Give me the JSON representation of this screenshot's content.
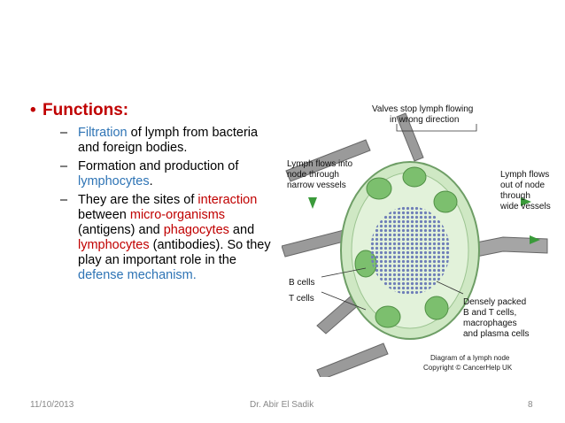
{
  "slide": {
    "title": "Functions:",
    "items": [
      {
        "parts": [
          {
            "t": "Filtration",
            "c": "blue"
          },
          {
            "t": " of lymph from bacteria and foreign bodies.",
            "c": ""
          }
        ]
      },
      {
        "parts": [
          {
            "t": "Formation and production of ",
            "c": ""
          },
          {
            "t": "lymphocytes",
            "c": "blue"
          },
          {
            "t": ".",
            "c": ""
          }
        ]
      },
      {
        "parts": [
          {
            "t": "They are the sites of ",
            "c": ""
          },
          {
            "t": "interaction",
            "c": "red"
          },
          {
            "t": " between ",
            "c": ""
          },
          {
            "t": "micro-organisms",
            "c": "red"
          },
          {
            "t": " (antigens) and ",
            "c": ""
          },
          {
            "t": "phagocytes",
            "c": "red"
          },
          {
            "t": " and ",
            "c": ""
          },
          {
            "t": "lymphocytes",
            "c": "red"
          },
          {
            "t": " (antibodies). So they play an important role in the ",
            "c": ""
          },
          {
            "t": "defense mechanism.",
            "c": "blue"
          }
        ]
      }
    ]
  },
  "diagram": {
    "label_valves_1": "Valves stop lymph flowing",
    "label_valves_2": "in wrong direction",
    "label_in_1": "Lymph flows into",
    "label_in_2": "node through",
    "label_in_3": "narrow vessels",
    "label_out_1": "Lymph flows",
    "label_out_2": "out of node",
    "label_out_3": "through",
    "label_out_4": "wide vessels",
    "label_bcells": "B cells",
    "label_tcells": "T cells",
    "label_dense_1": "Densely packed",
    "label_dense_2": "B and T cells,",
    "label_dense_3": "macrophages",
    "label_dense_4": "and plasma cells",
    "caption_1": "Diagram of a lymph node",
    "caption_2": "Copyright © CancerHelp UK"
  },
  "footer": {
    "date": "11/10/2013",
    "author": "Dr. Abir El Sadik",
    "page": "8"
  },
  "colors": {
    "red": "#c00000",
    "blue": "#2e74b5",
    "node_green": "#c8e6c0",
    "vessel_grey": "#8f8f8f"
  }
}
